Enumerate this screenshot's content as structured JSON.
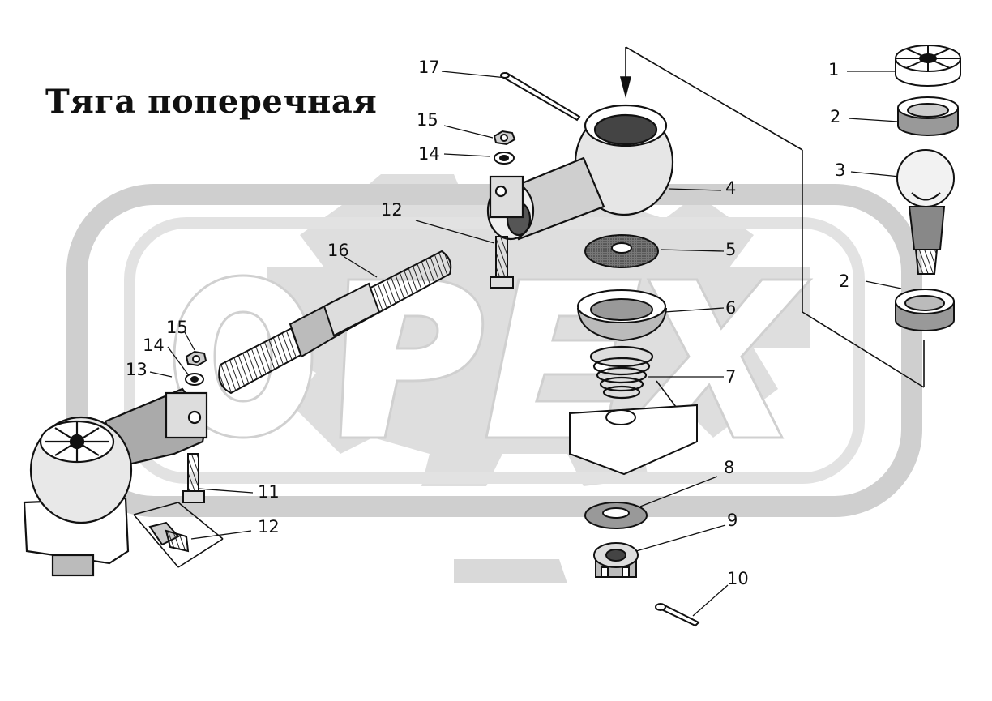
{
  "title": "Тяга поперечная",
  "watermark": {
    "brand": "OPEX",
    "color": "#d2d2d2"
  },
  "parts": [
    {
      "id": "1",
      "label": "1",
      "icon": "dust-cap-icon"
    },
    {
      "id": "2",
      "label": "2",
      "icon": "ring-icon"
    },
    {
      "id": "3",
      "label": "3",
      "icon": "ball-pin-icon"
    },
    {
      "id": "4",
      "label": "4",
      "icon": "tie-rod-end-housing-icon"
    },
    {
      "id": "5",
      "label": "5",
      "icon": "felt-seal-icon"
    },
    {
      "id": "6",
      "label": "6",
      "icon": "cup-icon"
    },
    {
      "id": "7",
      "label": "7",
      "icon": "spring-icon"
    },
    {
      "id": "8",
      "label": "8",
      "icon": "washer-icon"
    },
    {
      "id": "9",
      "label": "9",
      "icon": "castle-nut-icon"
    },
    {
      "id": "10",
      "label": "10",
      "icon": "cotter-pin-icon"
    },
    {
      "id": "11",
      "label": "11",
      "icon": "bolt-icon"
    },
    {
      "id": "12",
      "label": "12",
      "icon": "grease-fitting-icon"
    },
    {
      "id": "12b",
      "label": "12",
      "icon": "bolt-icon"
    },
    {
      "id": "13",
      "label": "13",
      "icon": "tie-rod-end-icon"
    },
    {
      "id": "14",
      "label": "14",
      "icon": "spring-washer-icon"
    },
    {
      "id": "14b",
      "label": "14",
      "icon": "spring-washer-icon"
    },
    {
      "id": "15",
      "label": "15",
      "icon": "nut-icon"
    },
    {
      "id": "15b",
      "label": "15",
      "icon": "nut-icon"
    },
    {
      "id": "16",
      "label": "16",
      "icon": "threaded-rod-icon"
    },
    {
      "id": "17",
      "label": "17",
      "icon": "cotter-pin-icon"
    }
  ]
}
